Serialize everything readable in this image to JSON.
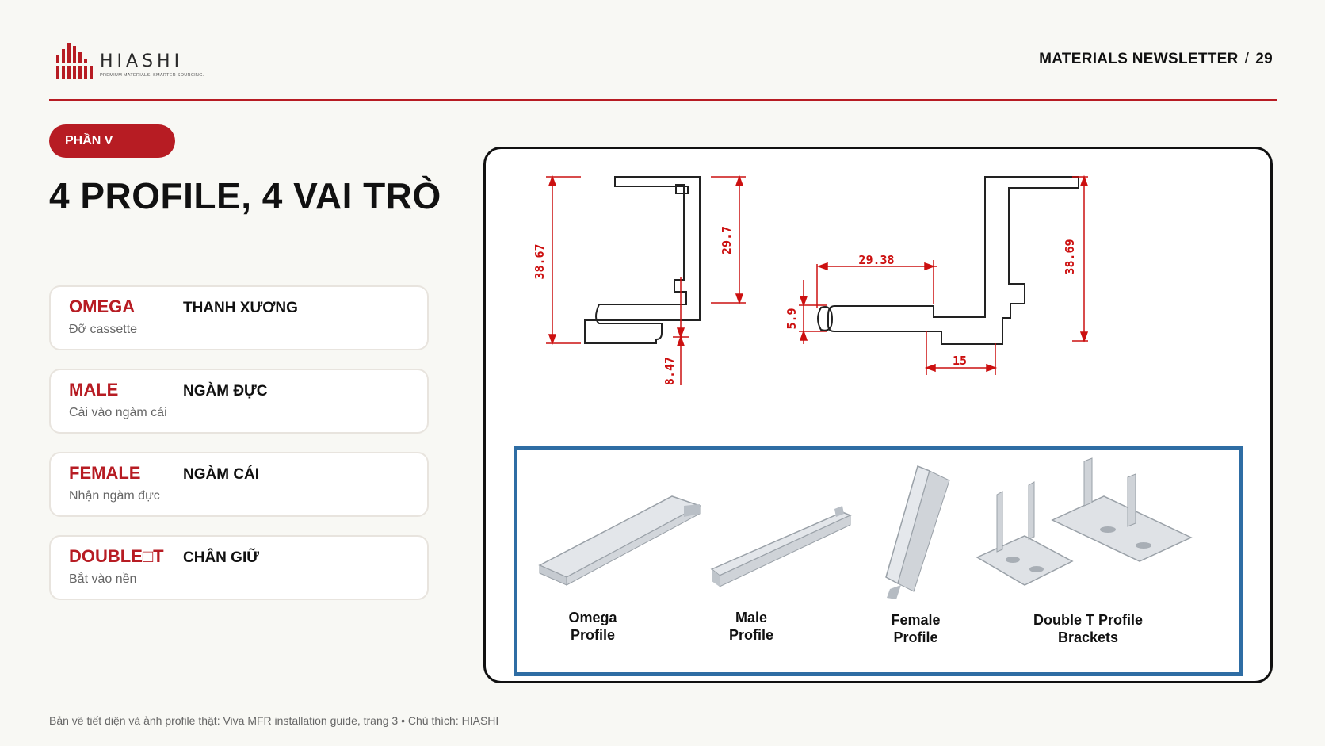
{
  "brand": {
    "name": "HIASHI",
    "tagline": "PREMIUM MATERIALS. SMARTER SOURCING.",
    "icon": "building-bars-logo-icon",
    "color": "#b71c23"
  },
  "header": {
    "publication": "MATERIALS NEWSLETTER",
    "separator": "/",
    "page_number": "29"
  },
  "section": {
    "label": "PHẦN V",
    "title": "4 PROFILE, 4 VAI TRÒ"
  },
  "profiles": [
    {
      "name": "OMEGA",
      "role": "THANH XƯƠNG",
      "desc": "Đỡ cassette"
    },
    {
      "name": "MALE",
      "role": "NGÀM ĐỰC",
      "desc": "Cài vào ngàm cái"
    },
    {
      "name": "FEMALE",
      "role": "NGÀM CÁI",
      "desc": "Nhận ngàm đực"
    },
    {
      "name": "DOUBLE□T",
      "role": "CHÂN GIỮ",
      "desc": "Bắt vào nền"
    }
  ],
  "drawing": {
    "dimensions": {
      "left_height": "38.67",
      "left_inner": "29.7",
      "left_small": "8.47",
      "right_width": "29.38",
      "right_small": "5.9",
      "right_height": "38.69",
      "right_bottom": "15"
    },
    "dimension_color": "#cc1010"
  },
  "photos": {
    "border_color": "#2e6da4",
    "captions": [
      {
        "line1": "Omega",
        "line2": "Profile"
      },
      {
        "line1": "Male",
        "line2": "Profile"
      },
      {
        "line1": "Female",
        "line2": "Profile"
      },
      {
        "line1": "Double T Profile",
        "line2": "Brackets"
      }
    ]
  },
  "footer": {
    "source": "Bản vẽ tiết diện và ảnh profile thật: Viva MFR installation guide, trang 3 • Chú thích: HIASHI"
  }
}
